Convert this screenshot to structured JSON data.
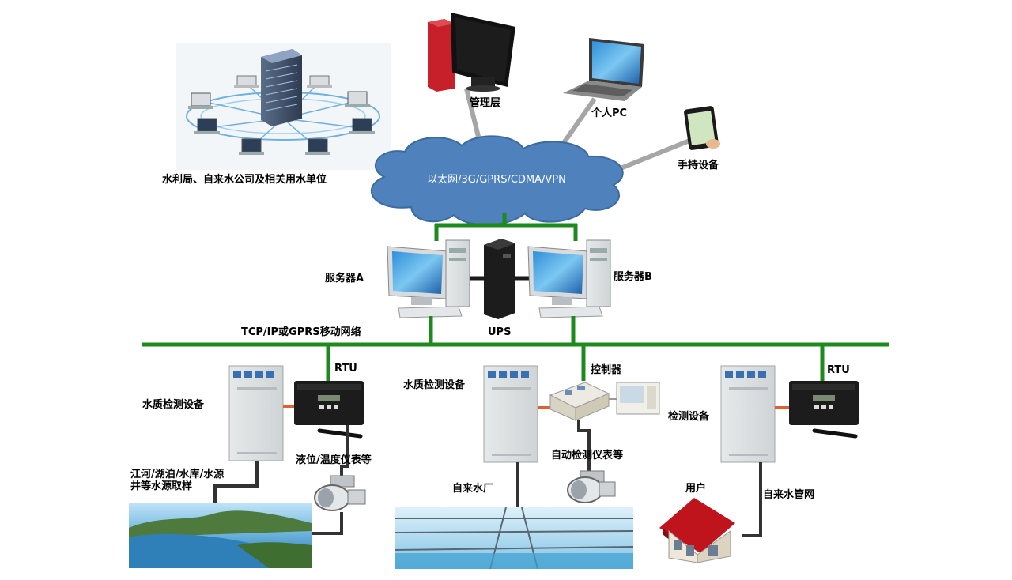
{
  "labels": {
    "cloud": "以太网/3G/GPRS/CDMA/VPN",
    "water_bureau": "水利局、自来水公司及相关用水单位",
    "management": "管理层",
    "personal_pc": "个人PC",
    "handheld": "手持设备",
    "server_a": "服务器A",
    "server_b": "服务器B",
    "ups": "UPS",
    "network": "TCP/IP或GPRS移动网络",
    "rtu_left": "RTU",
    "rtu_right": "RTU",
    "controller": "控制器",
    "wq_left": "水质检测设备",
    "wq_mid": "水质检测设备",
    "detect_right": "检测设备",
    "level_temp": "液位/温度仪表等",
    "auto_detect": "自动检测仪表等",
    "source_line1": "江河/湖泊/水库/水源",
    "source_line2": "井等水源取样",
    "water_plant": "自来水厂",
    "user": "用户",
    "pipe_network": "自来水管网"
  },
  "colors": {
    "green_bus": "#1e8a1e",
    "grey_link": "#a6a6a6",
    "cloud_fill": "#4f81bd",
    "dark_link": "#333333"
  }
}
